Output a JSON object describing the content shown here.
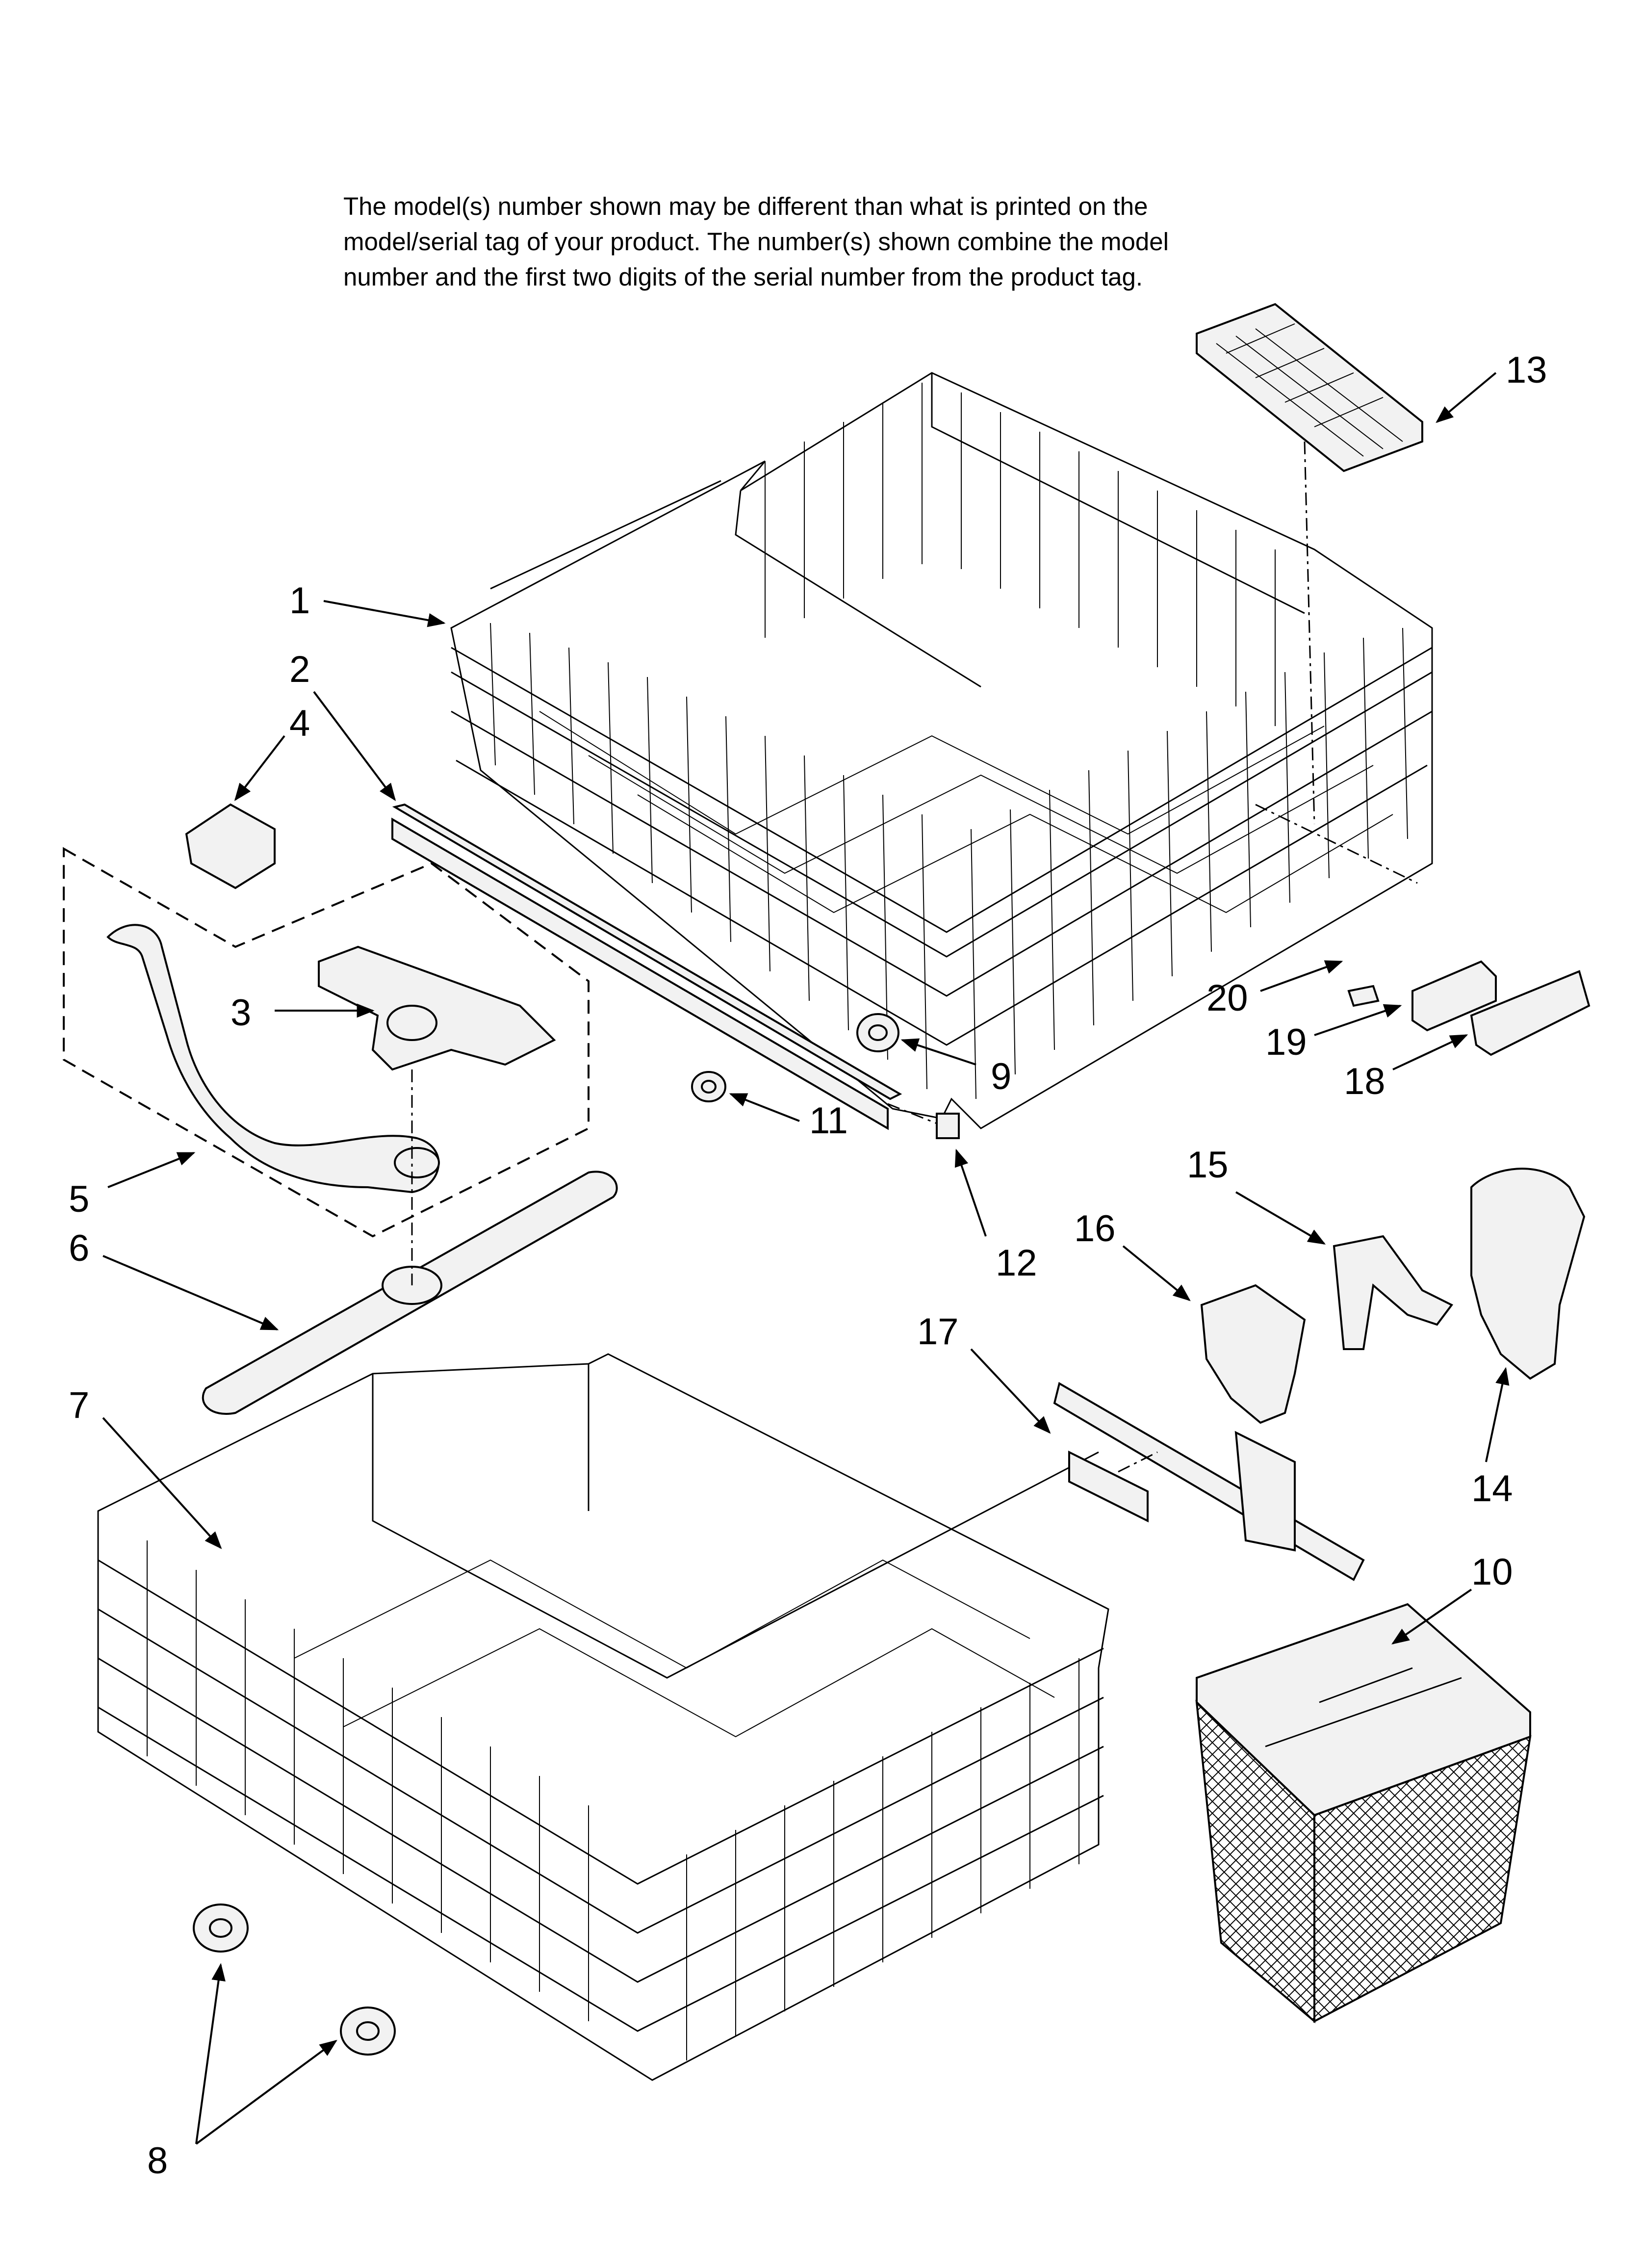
{
  "disclaimer": {
    "line1": "The model(s) number shown may be different than what is printed on the",
    "line2": "model/serial tag of your product. The number(s) shown combine the model",
    "line3": "number and the first two digits of the serial number from the product tag."
  },
  "callouts": {
    "c1": "1",
    "c2": "2",
    "c3": "3",
    "c4": "4",
    "c5": "5",
    "c6": "6",
    "c7": "7",
    "c8": "8",
    "c9": "9",
    "c10": "10",
    "c11": "11",
    "c12": "12",
    "c13": "13",
    "c14": "14",
    "c15": "15",
    "c16": "16",
    "c17": "17",
    "c18": "18",
    "c19": "19",
    "c20": "20"
  }
}
